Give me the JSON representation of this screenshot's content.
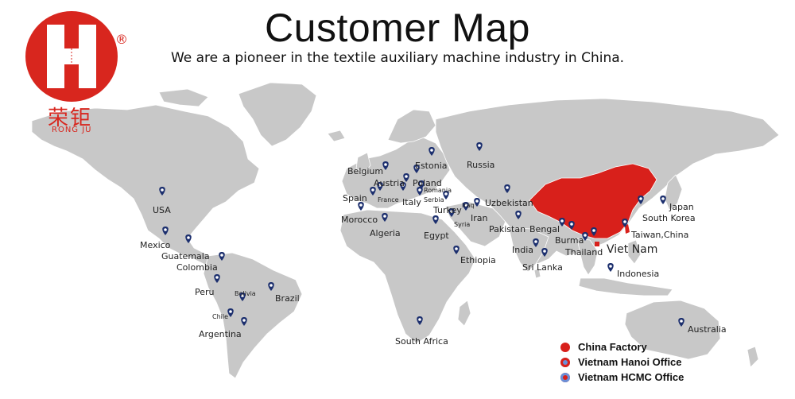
{
  "header": {
    "title": "Customer Map",
    "subtitle": "We are a pioneer in the textile auxiliary machine industry in China."
  },
  "logo": {
    "letter": "H",
    "registered": "®",
    "chinese": "荣钜",
    "english": "RONG JU",
    "color": "#d8261e"
  },
  "map": {
    "land_color": "#c8c8c8",
    "border_color": "#ffffff",
    "china_color": "#d8201b",
    "pin_color": "#1c2f6e"
  },
  "locations": [
    {
      "name": "USA",
      "label": "USA"
    },
    {
      "name": "Mexico",
      "label": "Mexico"
    },
    {
      "name": "Guatemala",
      "label": "Guatemala"
    },
    {
      "name": "Colombia",
      "label": "Colombia"
    },
    {
      "name": "Peru",
      "label": "Peru"
    },
    {
      "name": "Bolivia",
      "label": "Bolivia"
    },
    {
      "name": "Brazil",
      "label": "Brazil"
    },
    {
      "name": "Chile",
      "label": "Chile"
    },
    {
      "name": "Argentina",
      "label": "Argentina"
    },
    {
      "name": "Belgium",
      "label": "Belgium"
    },
    {
      "name": "Estonia",
      "label": "Estonia"
    },
    {
      "name": "Russia",
      "label": "Russia"
    },
    {
      "name": "Austria",
      "label": "Austria"
    },
    {
      "name": "Poland",
      "label": "Poland"
    },
    {
      "name": "Romania",
      "label": "Romania"
    },
    {
      "name": "Spain",
      "label": "Spain"
    },
    {
      "name": "France",
      "label": "France"
    },
    {
      "name": "Italy",
      "label": "Italy"
    },
    {
      "name": "Serbia",
      "label": "Serbia"
    },
    {
      "name": "Turkey",
      "label": "Turkey"
    },
    {
      "name": "Iraq",
      "label": "Iraq"
    },
    {
      "name": "Iran",
      "label": "Iran"
    },
    {
      "name": "Syria",
      "label": "Syria"
    },
    {
      "name": "Uzbekistan",
      "label": "Uzbekistan"
    },
    {
      "name": "Morocco",
      "label": "Morocco"
    },
    {
      "name": "Algeria",
      "label": "Algeria"
    },
    {
      "name": "Egypt",
      "label": "Egypt"
    },
    {
      "name": "Pakistan",
      "label": "Pakistan"
    },
    {
      "name": "Ethiopia",
      "label": "Ethiopia"
    },
    {
      "name": "India",
      "label": "India"
    },
    {
      "name": "Sri Lanka",
      "label": "Sri Lanka"
    },
    {
      "name": "Bengal",
      "label": "Bengal"
    },
    {
      "name": "Burma",
      "label": "Burma"
    },
    {
      "name": "Thailand",
      "label": "Thailand"
    },
    {
      "name": "Viet Nam",
      "label": "Viet Nam"
    },
    {
      "name": "Taiwan,China",
      "label": "Taiwan,China"
    },
    {
      "name": "Japan",
      "label": "Japan"
    },
    {
      "name": "South Korea",
      "label": "South Korea"
    },
    {
      "name": "Indonesia",
      "label": "Indonesia"
    },
    {
      "name": "South Africa",
      "label": "South Africa"
    },
    {
      "name": "Australia",
      "label": "Australia"
    }
  ],
  "legend": [
    {
      "label": "China Factory",
      "color": "#d8201b"
    },
    {
      "label": "Vietnam Hanoi Office",
      "color": "#6a8fd8"
    },
    {
      "label": "Vietnam HCMC Office",
      "color": "#d8201b"
    }
  ]
}
